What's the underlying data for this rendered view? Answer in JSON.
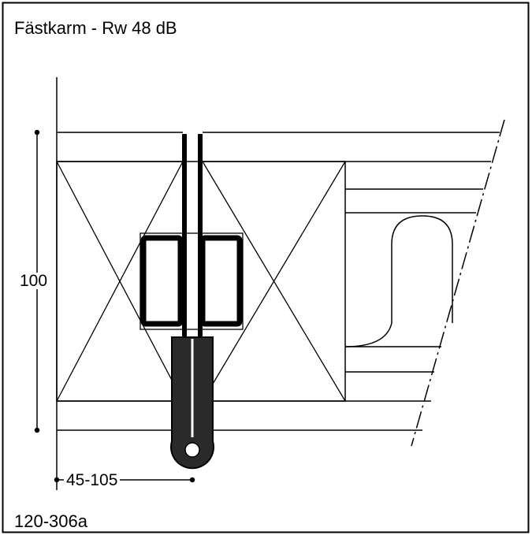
{
  "title": "Fästkarm - Rw 48 dB",
  "dimension_width": "45-105",
  "dimension_height": "100",
  "drawing_code": "120-306a",
  "colors": {
    "line": "#000000",
    "background": "#ffffff"
  }
}
